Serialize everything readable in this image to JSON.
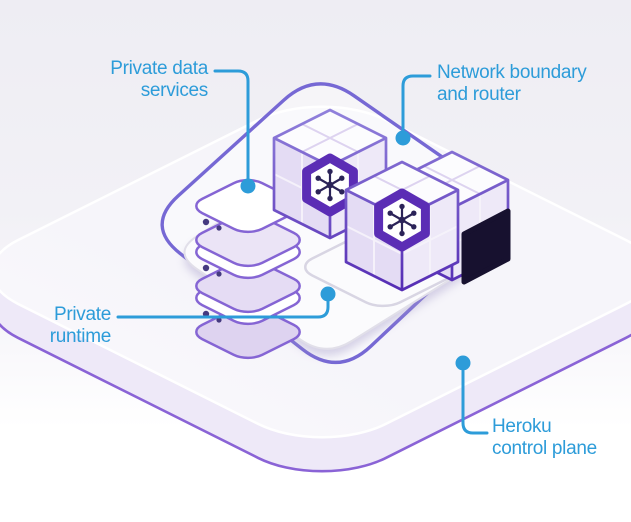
{
  "diagram": {
    "description": "Isometric architecture illustration of a private space: private data services, dyno cubes inside a network boundary with router, sitting on a control plane platform",
    "labels": {
      "private_data_services": {
        "line1": "Private data",
        "line2": "services"
      },
      "network_boundary": {
        "line1": "Network boundary",
        "line2": "and router"
      },
      "private_runtime": {
        "line1": "Private",
        "line2": "runtime"
      },
      "heroku_control_plane": {
        "line1": "Heroku",
        "line2": "control plane"
      }
    },
    "icons": {
      "cube_badge": "network-node-asterisk-icon",
      "connector_marker": "dot-icon"
    },
    "colors": {
      "label_text": "#2D9CD9",
      "connector": "#2D9CD9",
      "boundary_stroke": "#7668D4",
      "cube_stroke_dark": "#5B2DB5",
      "badge_ring": "#5B2DB5",
      "badge_glyph": "#2B2358",
      "platform_side": "#A78CE0",
      "platform_outline": "#8A63D6",
      "router_fill": "#17112F",
      "background_top": "#EFEEF4",
      "background_bottom": "#FFFFFF"
    }
  }
}
